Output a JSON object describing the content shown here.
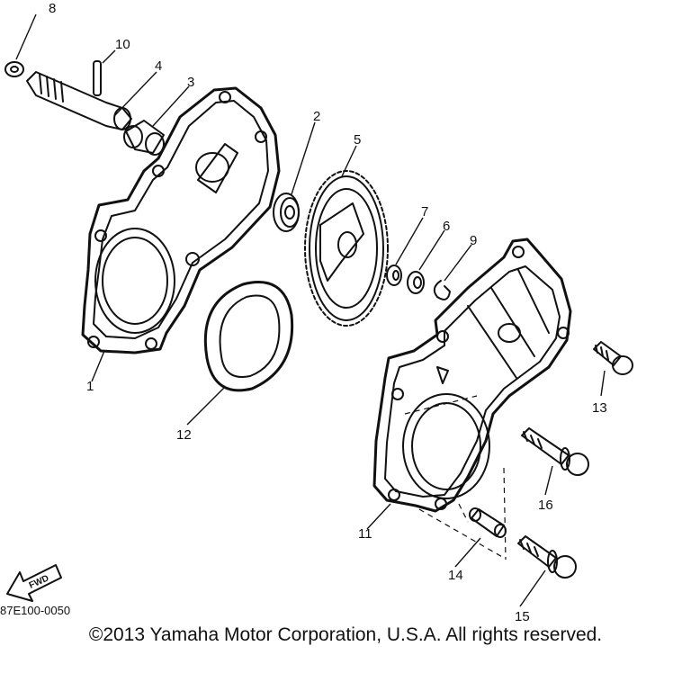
{
  "callouts": [
    {
      "id": "8",
      "text": "8"
    },
    {
      "id": "10",
      "text": "10"
    },
    {
      "id": "4a",
      "text": "4"
    },
    {
      "id": "3",
      "text": "3"
    },
    {
      "id": "2",
      "text": "2"
    },
    {
      "id": "5",
      "text": "5"
    },
    {
      "id": "7",
      "text": "7"
    },
    {
      "id": "6",
      "text": "6"
    },
    {
      "id": "9",
      "text": "9"
    },
    {
      "id": "1",
      "text": "1"
    },
    {
      "id": "12",
      "text": "12"
    },
    {
      "id": "13",
      "text": "13"
    },
    {
      "id": "16",
      "text": "16"
    },
    {
      "id": "11",
      "text": "11"
    },
    {
      "id": "14",
      "text": "14"
    },
    {
      "id": "15",
      "text": "15"
    }
  ],
  "fwd_label": "FWD",
  "diagram_code": "87E100-0050",
  "copyright": "©2013 Yamaha Motor Corporation, U.S.A. All rights reserved."
}
